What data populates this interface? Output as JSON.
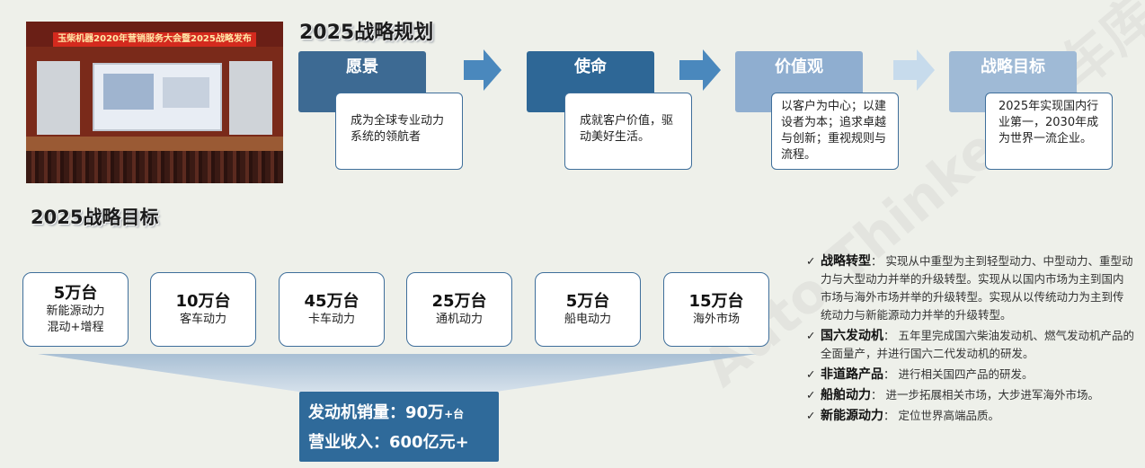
{
  "photo": {
    "banner": "玉柴机器2020年营销服务大会暨2025战略发布"
  },
  "planning": {
    "title": "2025战略规划",
    "stages": [
      {
        "tab": "愿景",
        "text": "成为全球专业动力系统的领航者"
      },
      {
        "tab": "使命",
        "text": "成就客户价值，驱动美好生活。"
      },
      {
        "tab": "价值观",
        "text": "以客户为中心；以建设者为本；追求卓越与创新；重视规则与流程。"
      },
      {
        "tab": "战略目标",
        "text": "2025年实现国内行业第一，2030年成为世界一流企业。"
      }
    ]
  },
  "targets": {
    "title": "2025战略目标",
    "tiles": [
      {
        "num": "5万台",
        "label": "新能源动力",
        "label2": "混动+增程"
      },
      {
        "num": "10万台",
        "label": "客车动力"
      },
      {
        "num": "45万台",
        "label": "卡车动力"
      },
      {
        "num": "25万台",
        "label": "通机动力"
      },
      {
        "num": "5万台",
        "label": "船电动力"
      },
      {
        "num": "15万台",
        "label": "海外市场"
      }
    ],
    "result": {
      "line1_label": "发动机销量：",
      "line1_value": "90万",
      "line1_unit": "+台",
      "line2_label": "营业收入：",
      "line2_value": "600亿元+"
    }
  },
  "bullets": [
    {
      "title": "战略转型",
      "text": "实现从中重型为主到轻型动力、中型动力、重型动力与大型动力并举的升级转型。实现从以国内市场为主到国内市场与海外市场并举的升级转型。实现从以传统动力为主到传统动力与新能源动力并举的升级转型。"
    },
    {
      "title": "国六发动机",
      "text": "五年里完成国六柴油发动机、燃气发动机产品的全面量产，并进行国六二代发动机的研发。"
    },
    {
      "title": "非道路产品",
      "text": "进行相关国四产品的研发。"
    },
    {
      "title": "船舶动力",
      "text": "进一步拓展相关市场，大步进军海外市场。"
    },
    {
      "title": "新能源动力",
      "text": "定位世界高端品质。"
    }
  ],
  "watermark": "Auto Thinker 汽车库平",
  "colors": {
    "tab1": "#3d6a93",
    "tab2": "#2e6796",
    "tab3": "#8faed0",
    "tab4": "#9fbad6",
    "arrow1": "#4a88bd",
    "arrow2": "#4a88bd",
    "arrow3": "#c7dbec",
    "result_bg": "#2f6a9a",
    "tile_border": "#3f6f9b"
  }
}
